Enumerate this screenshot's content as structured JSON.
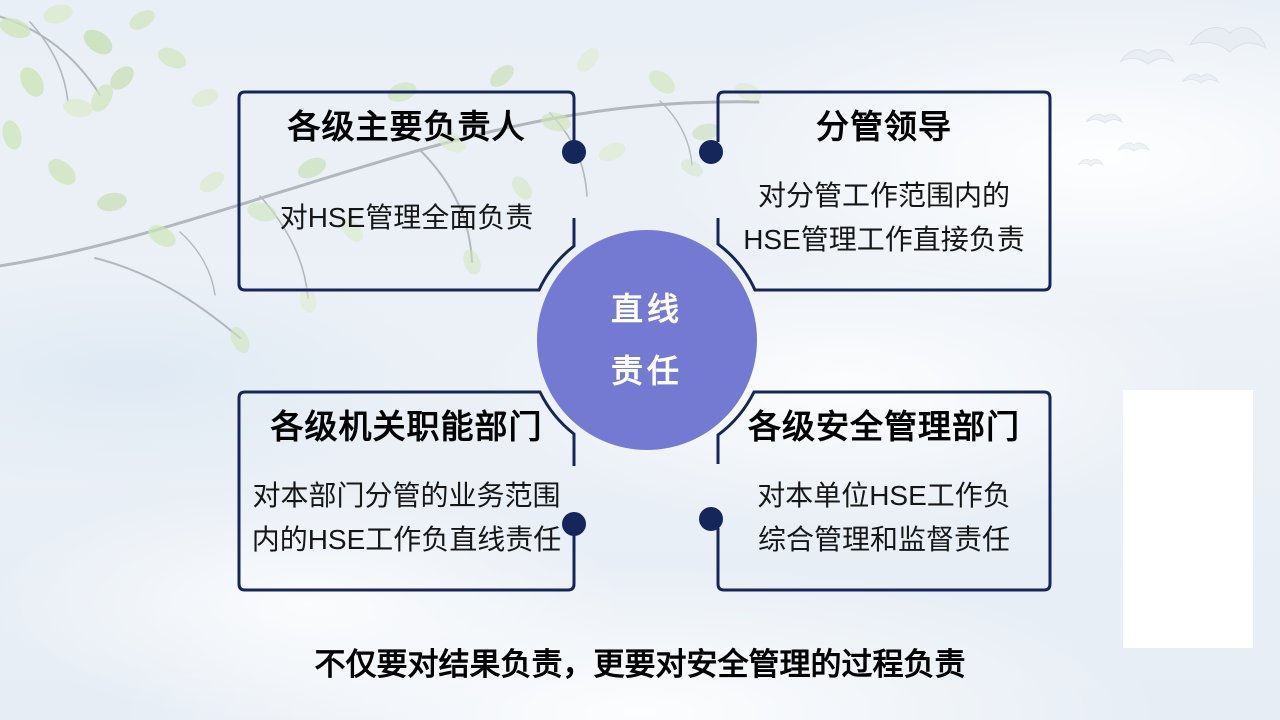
{
  "slide": {
    "center_circle": {
      "line1": "直线",
      "line2": "责任"
    },
    "boxes": [
      {
        "id": "top-left",
        "title": "各级主要负责人",
        "body_line1": "对HSE管理全面负责"
      },
      {
        "id": "top-right",
        "title": "分管领导",
        "body_line1": "对分管工作范围内的",
        "body_line2": "HSE管理工作直接负责"
      },
      {
        "id": "bottom-left",
        "title": "各级机关职能部门",
        "body_line1": "对本部门分管的业务范围",
        "body_line2": "内的HSE工作负直线责任"
      },
      {
        "id": "bottom-right",
        "title": "各级安全管理部门",
        "body_line1": "对本单位HSE工作负",
        "body_line2": "综合管理和监督责任"
      }
    ],
    "caption": "不仅要对结果负责，更要对安全管理的过程负责",
    "colors": {
      "border_navy": "#14265a",
      "circle_purple": "#747ad2",
      "leaf_green": "#cfe5bb",
      "branch_gray": "#9aa0a4",
      "background": "#ecf1f7"
    },
    "decorations": {
      "branch": "watercolor-branch-top-left",
      "birds": "faint-doves-top-right",
      "panel": "white-panel-right"
    }
  }
}
